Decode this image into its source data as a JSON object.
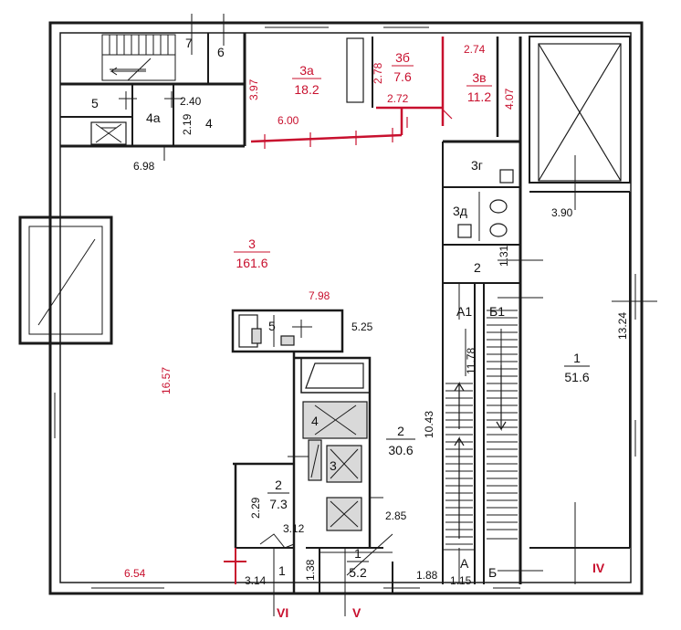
{
  "rooms": [
    {
      "id": "1",
      "area": "51.6",
      "color": "#111111"
    },
    {
      "id": "2",
      "area": "30.6",
      "color": "#111111"
    },
    {
      "id": "2",
      "area": "7.3",
      "color": "#111111"
    },
    {
      "id": "1",
      "area": "5.2",
      "color": "#111111"
    },
    {
      "id": "3",
      "area": "161.6",
      "color": "#c8102e"
    },
    {
      "id": "3а",
      "area": "18.2",
      "color": "#c8102e"
    },
    {
      "id": "3б",
      "area": "7.6",
      "color": "#c8102e"
    },
    {
      "id": "3в",
      "area": "11.2",
      "color": "#c8102e"
    }
  ],
  "room_numbers": [
    "7",
    "6",
    "5",
    "4а",
    "4",
    "3г",
    "3д",
    "2",
    "А1",
    "Б1",
    "5",
    "4",
    "3",
    "1",
    "А",
    "Б"
  ],
  "dimensions": {
    "black": [
      "2.40",
      "2.19",
      "6.98",
      "3.90",
      "1.31",
      "13.24",
      "11.78",
      "10.43",
      "5.25",
      "2.29",
      "3.12",
      "2.85",
      "1.38",
      "3.14",
      "1.88",
      "1.15"
    ],
    "red": [
      "3.97",
      "2.78",
      "2.74",
      "4.07",
      "2.72",
      "6.00",
      "7.98",
      "16.57",
      "6.54"
    ]
  },
  "section_marks": [
    "IV",
    "VI",
    "V"
  ],
  "colors": {
    "wall": "#1a1a1a",
    "accent": "#c8102e",
    "fixture_fill": "#d9d9d9"
  }
}
